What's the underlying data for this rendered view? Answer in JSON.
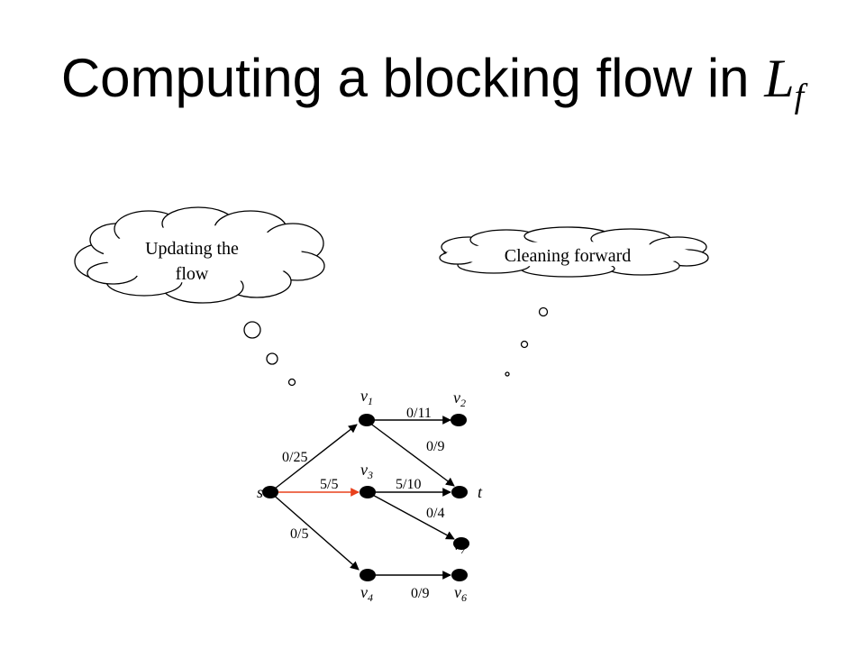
{
  "slide": {
    "title_text": "Computing a blocking flow in ",
    "title_var": "L",
    "title_sub": "f"
  },
  "thoughts": {
    "left": {
      "line1": "Updating the",
      "line2": "flow"
    },
    "right": {
      "text": "Cleaning forward"
    }
  },
  "graph": {
    "nodes": {
      "s": {
        "name": "s",
        "sub": ""
      },
      "v1": {
        "name": "v",
        "sub": "1"
      },
      "v2": {
        "name": "v",
        "sub": "2"
      },
      "v3": {
        "name": "v",
        "sub": "3"
      },
      "t": {
        "name": "t",
        "sub": ""
      },
      "v7": {
        "name": "v",
        "sub": "7"
      },
      "v4": {
        "name": "v",
        "sub": "4"
      },
      "v6": {
        "name": "v",
        "sub": "6"
      }
    },
    "edges": {
      "s_v1": "0/25",
      "v1_v2": "0/11",
      "v1_t": "0/9",
      "s_v3": "5/5",
      "v3_t": "5/10",
      "v3_v7": "0/4",
      "s_v4": "0/5",
      "v4_v6": "0/9"
    },
    "colors": {
      "highlight_edge": "#e8401c",
      "edge": "#000000",
      "node": "#000000"
    }
  }
}
